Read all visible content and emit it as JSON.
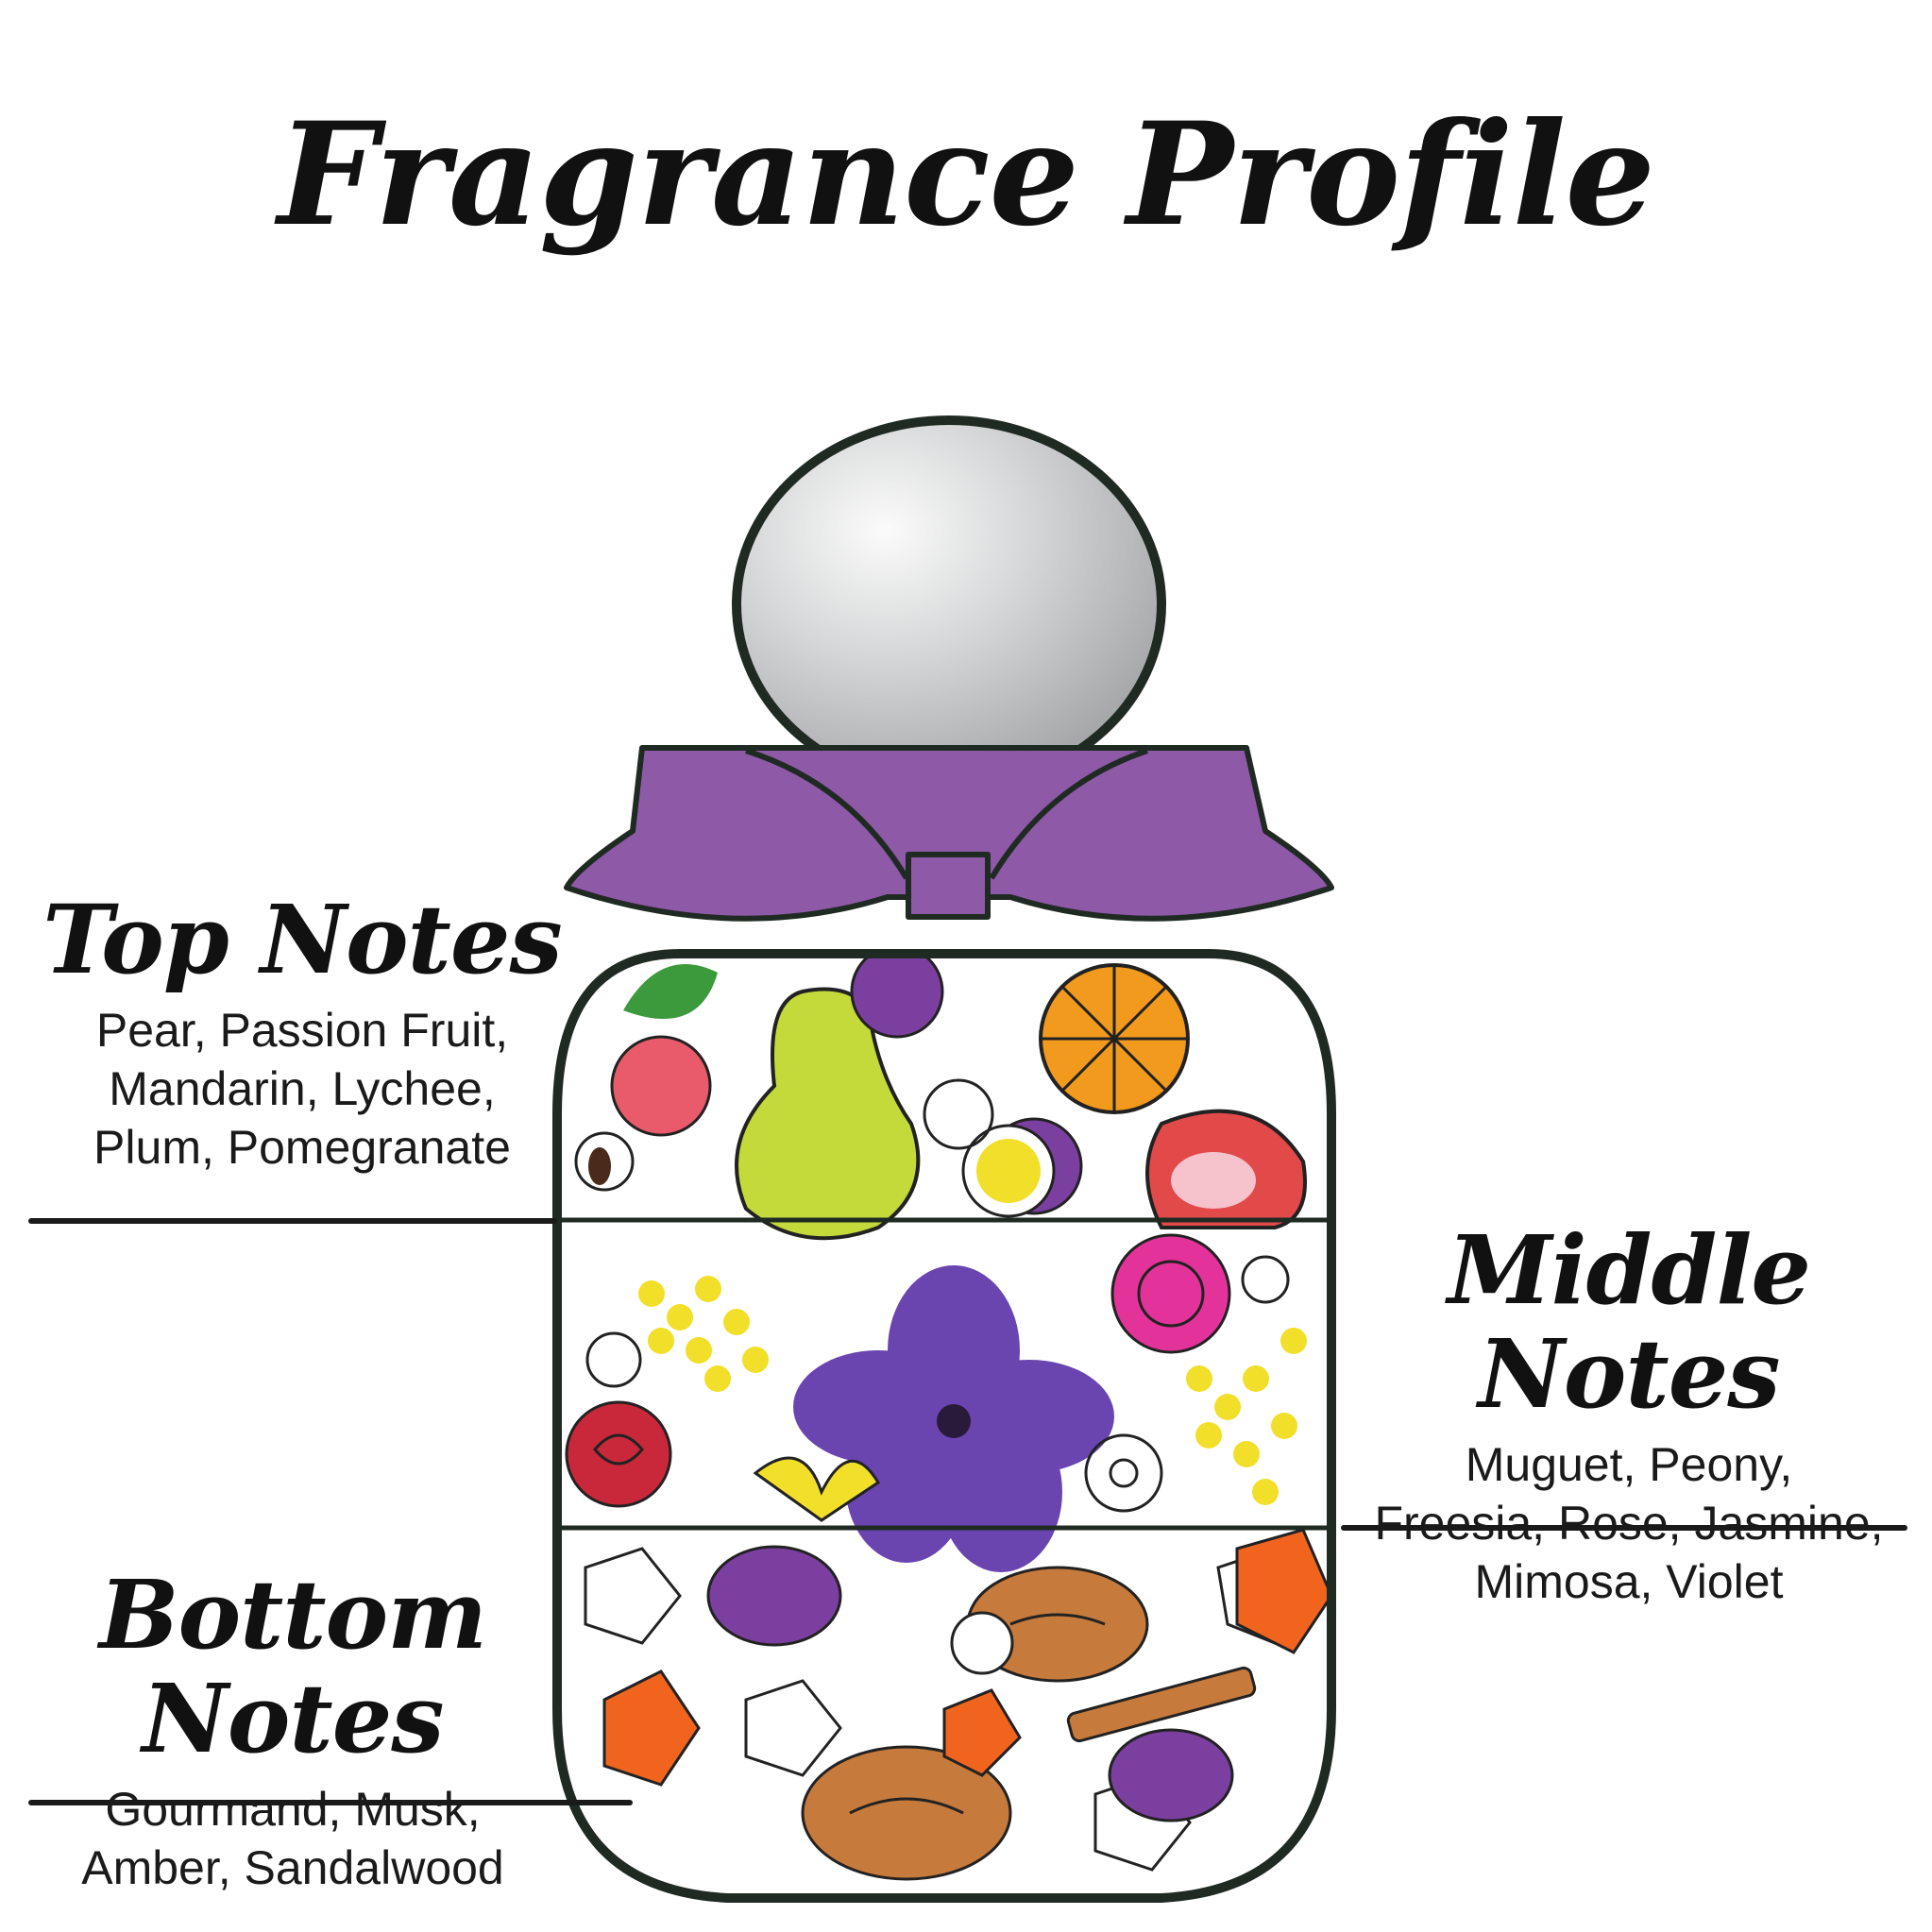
{
  "title": "Fragrance Profile",
  "sections": {
    "top": {
      "heading": "Top Notes",
      "lines": [
        "Pear, Passion Fruit,",
        "Mandarin, Lychee,",
        "Plum, Pomegranate"
      ]
    },
    "middle": {
      "heading": "Middle Notes",
      "lines": [
        "Muguet, Peony,",
        "Freesia, Rose, Jasmine,",
        "Mimosa, Violet"
      ]
    },
    "bottom": {
      "heading": "Bottom Notes",
      "lines": [
        "Gourmand, Musk,",
        "Amber, Sandalwood"
      ]
    }
  },
  "colors": {
    "bow": "#8e5aa8",
    "cap": "#b9babc",
    "outline": "#1f2a22",
    "pear": "#c4d93a",
    "plum": "#7b3fa0",
    "orange": "#f29a1d",
    "pomegranate": "#e24a4a",
    "lychee": "#e95b6a",
    "leaf": "#3c9a3c",
    "mimosa": "#f2df2a",
    "peony": "#e3339a",
    "violet": "#6a45b0",
    "rose": "#c8283a",
    "amber": "#f0641e",
    "bread": "#c67a3c"
  }
}
